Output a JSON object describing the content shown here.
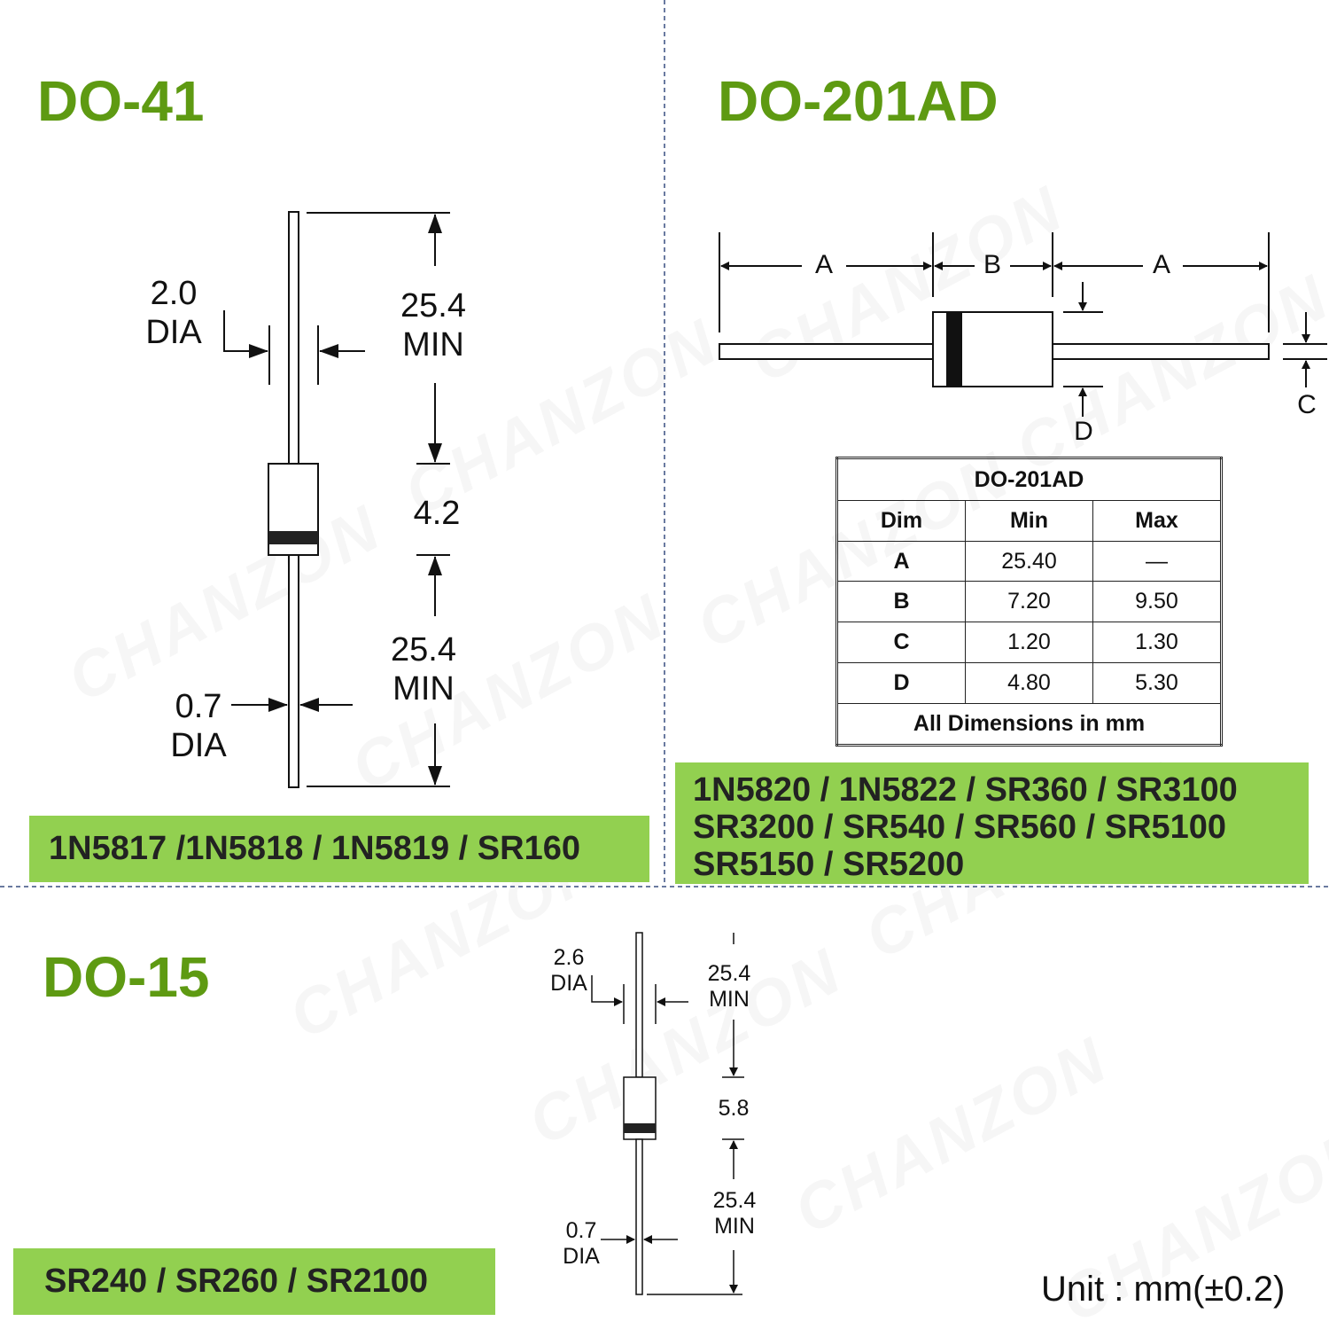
{
  "watermark": "CHANZON",
  "unit_note": "Unit : mm(±0.2)",
  "do41": {
    "title": "DO-41",
    "lead_dia_top": "2.0",
    "lead_dia_top_unit": "DIA",
    "top_len": "25.4",
    "top_len_unit": "MIN",
    "body_len": "4.2",
    "bot_len": "25.4",
    "bot_len_unit": "MIN",
    "lead_dia_bot": "0.7",
    "lead_dia_bot_unit": "DIA",
    "parts": "1N5817 /1N5818 / 1N5819 / SR160"
  },
  "do201ad": {
    "title": "DO-201AD",
    "label_a": "A",
    "label_b": "B",
    "label_c": "C",
    "label_d": "D",
    "table": {
      "title": "DO-201AD",
      "headers": [
        "Dim",
        "Min",
        "Max"
      ],
      "rows": [
        {
          "dim": "A",
          "min": "25.40",
          "max": "—"
        },
        {
          "dim": "B",
          "min": "7.20",
          "max": "9.50"
        },
        {
          "dim": "C",
          "min": "1.20",
          "max": "1.30"
        },
        {
          "dim": "D",
          "min": "4.80",
          "max": "5.30"
        }
      ],
      "footer": "All Dimensions in mm"
    },
    "parts": [
      "1N5820 / 1N5822 / SR360 / SR3100",
      "SR3200 / SR540 / SR560 / SR5100",
      "SR5150 / SR5200"
    ]
  },
  "do15": {
    "title": "DO-15",
    "lead_dia_top": "2.6",
    "lead_dia_top_unit": "DIA",
    "top_len": "25.4",
    "top_len_unit": "MIN",
    "body_len": "5.8",
    "bot_len": "25.4",
    "bot_len_unit": "MIN",
    "lead_dia_bot": "0.7",
    "lead_dia_bot_unit": "DIA",
    "parts": "SR240 / SR260 / SR2100"
  },
  "colors": {
    "title_green": "#5e9a12",
    "parts_bg": "#92d050",
    "line": "#111111",
    "divider": "#6a7aa0"
  }
}
